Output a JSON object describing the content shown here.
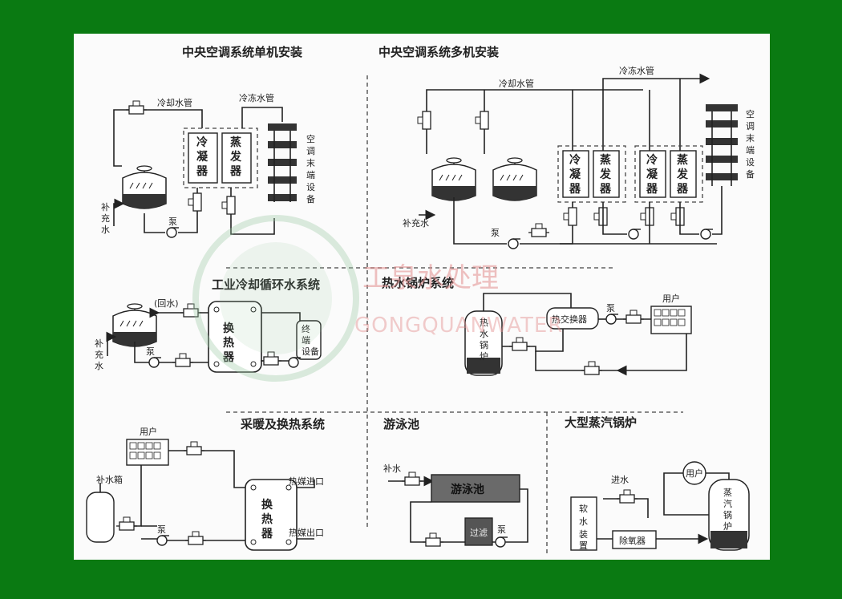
{
  "titles": {
    "central_single": "中央空调系统单机安装",
    "central_multi": "中央空调系统多机安装",
    "industrial": "工业冷却循环水系统",
    "hotwater": "热水锅炉系统",
    "heating": "采暖及换热系统",
    "pool": "游泳池",
    "steam": "大型蒸汽锅炉"
  },
  "labels": {
    "cooling_pipe": "冷却水管",
    "chilled_pipe": "冷冻水管",
    "makeup_water": "补充水",
    "pump": "泵",
    "condenser": "冷凝器",
    "evaporator": "蒸发器",
    "ac_terminal": "空调末端设备",
    "return_water": "(回水)",
    "heat_exchanger": "换热器",
    "terminal_equipment": "终端设备",
    "hot_water_boiler": "热水锅炉",
    "heat_exchange": "热交换器",
    "user": "用户",
    "makeup_tank": "补水箱",
    "heat_medium_in": "热媒进口",
    "heat_medium_out": "热媒出口",
    "makeup": "补水",
    "pool_name": "游泳池",
    "filter": "过滤",
    "inlet_water": "进水",
    "softener": "软水装置",
    "deaerator": "除氧器",
    "steam_boiler": "蒸汽锅炉"
  },
  "watermark": {
    "cn": "工泉水处理",
    "en": "GONGQUANWATER"
  }
}
